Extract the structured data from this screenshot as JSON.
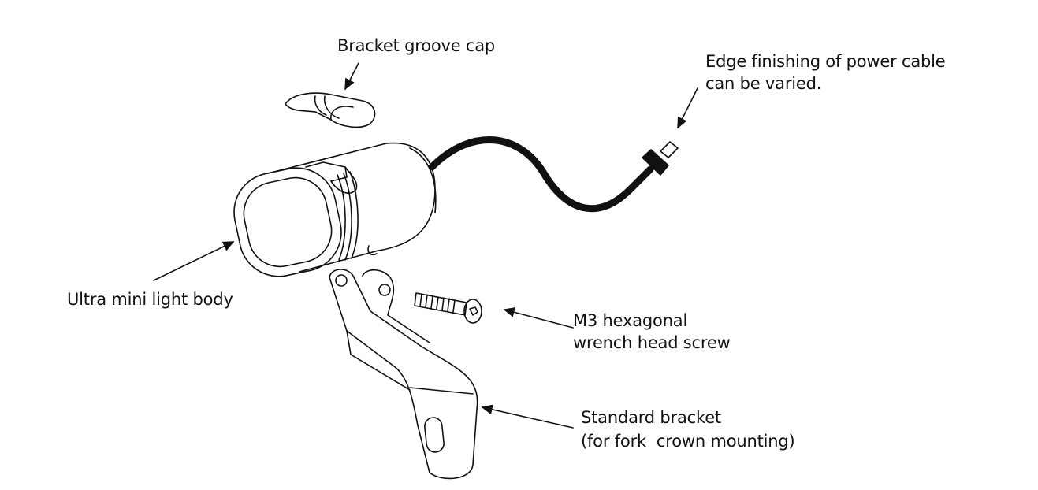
{
  "labels": {
    "groove_cap": "Bracket groove cap",
    "cable_line1": "Edge finishing of power cable",
    "cable_line2": "can be varied.",
    "light_body": "Ultra mini light body",
    "screw_line1": "M3 hexagonal",
    "screw_line2": "wrench head screw",
    "bracket_line1": "Standard bracket",
    "bracket_line2": "(for fork  crown mounting)"
  }
}
